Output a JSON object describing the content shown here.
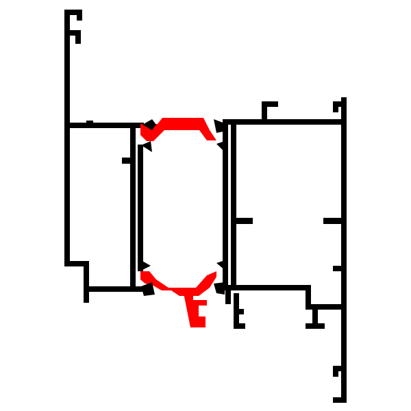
{
  "diagram": {
    "type": "aluminium-profile-cross-section",
    "labels": [],
    "colors": {
      "background": "#ffffff",
      "profile": "#000000",
      "thermal_break": "#ff0000",
      "gasket": "#000000"
    },
    "components": [
      "left-frame-profile",
      "center-sash-profile",
      "right-frame-profile",
      "top-thermal-break-strip",
      "bottom-thermal-break-strip",
      "glazing-gaskets"
    ]
  }
}
